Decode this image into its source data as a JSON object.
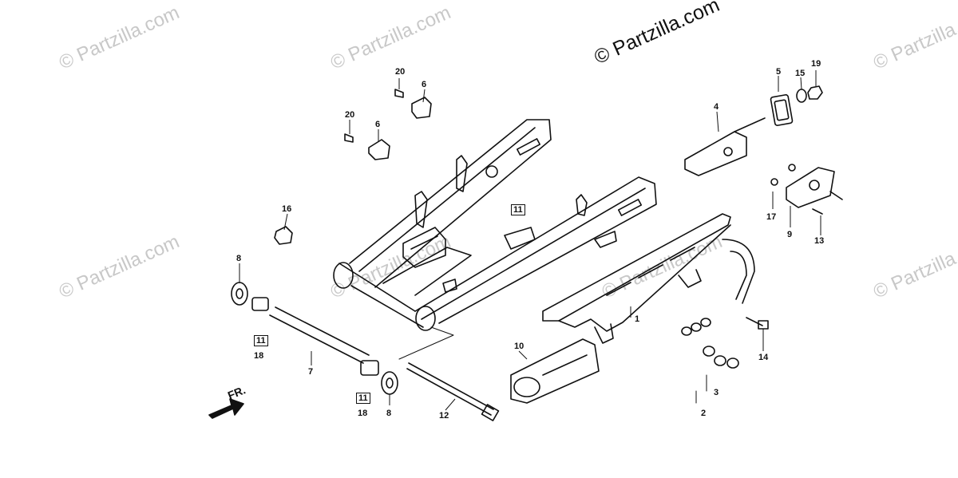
{
  "watermark": {
    "text": "© Partzilla.com",
    "copyright": "© Partzilla.com"
  },
  "direction_label": "FR.",
  "callouts": [
    {
      "id": "c20a",
      "label": "20"
    },
    {
      "id": "c6a",
      "label": "6"
    },
    {
      "id": "c20b",
      "label": "20"
    },
    {
      "id": "c6b",
      "label": "6"
    },
    {
      "id": "c16",
      "label": "16"
    },
    {
      "id": "c8a",
      "label": "8"
    },
    {
      "id": "c11a",
      "label": "11"
    },
    {
      "id": "c18a",
      "label": "18"
    },
    {
      "id": "c7",
      "label": "7"
    },
    {
      "id": "c11b",
      "label": "11"
    },
    {
      "id": "c18b",
      "label": "18"
    },
    {
      "id": "c8b",
      "label": "8"
    },
    {
      "id": "c12",
      "label": "12"
    },
    {
      "id": "c11c",
      "label": "11"
    },
    {
      "id": "c10",
      "label": "10"
    },
    {
      "id": "c1",
      "label": "1"
    },
    {
      "id": "c2",
      "label": "2"
    },
    {
      "id": "c3",
      "label": "3"
    },
    {
      "id": "c14",
      "label": "14"
    },
    {
      "id": "c4",
      "label": "4"
    },
    {
      "id": "c5",
      "label": "5"
    },
    {
      "id": "c15",
      "label": "15"
    },
    {
      "id": "c19",
      "label": "19"
    },
    {
      "id": "c17",
      "label": "17"
    },
    {
      "id": "c9",
      "label": "9"
    },
    {
      "id": "c13",
      "label": "13"
    }
  ]
}
